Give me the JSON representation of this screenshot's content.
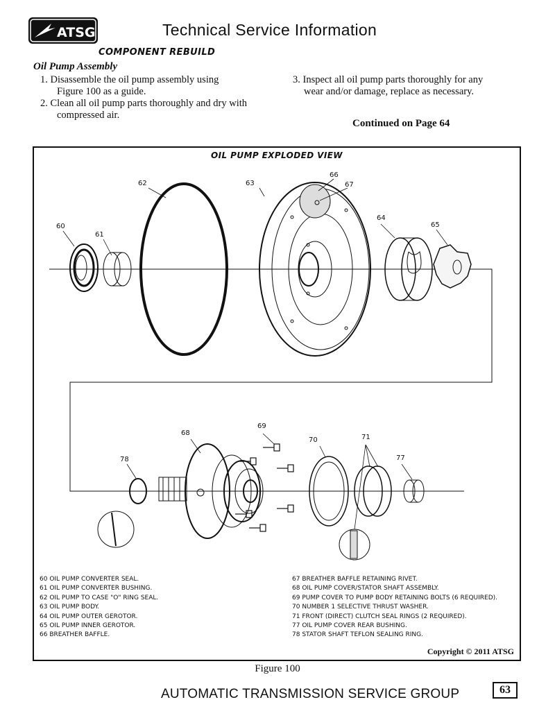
{
  "header": {
    "logo_text": "ATSG",
    "title": "Technical Service Information"
  },
  "section_title": "COMPONENT REBUILD",
  "sub_title": "Oil Pump Assembly",
  "instructions": {
    "step1_line1": "1. Disassemble the oil pump assembly using",
    "step1_line2": "Figure 100 as a guide.",
    "step2_line1": "2. Clean all oil pump parts thoroughly and dry with",
    "step2_line2": "compressed air.",
    "step3_line1": "3. Inspect all oil pump parts thoroughly for any",
    "step3_line2": "wear and/or damage, replace as necessary."
  },
  "continued": "Continued on Page 64",
  "figure": {
    "title": "OIL PUMP EXPLODED VIEW",
    "callouts": {
      "c60": "60",
      "c61": "61",
      "c62": "62",
      "c63": "63",
      "c64": "64",
      "c65": "65",
      "c66": "66",
      "c67": "67",
      "c68": "68",
      "c69": "69",
      "c70": "70",
      "c71": "71",
      "c77": "77",
      "c78": "78"
    },
    "legend_left": [
      "60  OIL PUMP CONVERTER SEAL.",
      "61  OIL PUMP CONVERTER BUSHING.",
      "62  OIL PUMP TO CASE \"O\" RING SEAL.",
      "63  OIL PUMP BODY.",
      "64  OIL PUMP OUTER GEROTOR.",
      "65  OIL PUMP INNER GEROTOR.",
      "66  BREATHER BAFFLE."
    ],
    "legend_right": [
      "67  BREATHER BAFFLE RETAINING RIVET.",
      "68  OIL PUMP COVER/STATOR SHAFT ASSEMBLY.",
      "69  PUMP COVER TO PUMP BODY RETAINING BOLTS (6 REQUIRED).",
      "70  NUMBER 1 SELECTIVE THRUST WASHER.",
      "71  FRONT (DIRECT) CLUTCH SEAL RINGS (2 REQUIRED).",
      "77  OIL PUMP COVER REAR BUSHING.",
      "78  STATOR SHAFT TEFLON SEALING RING."
    ],
    "copyright": "Copyright © 2011 ATSG",
    "caption": "Figure 100"
  },
  "footer": {
    "company": "AUTOMATIC TRANSMISSION SERVICE GROUP",
    "page_number": "63"
  }
}
